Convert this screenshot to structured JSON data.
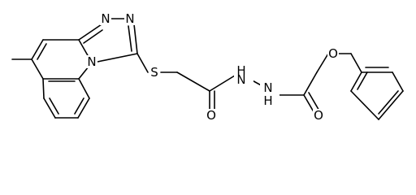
{
  "molecule": {
    "atoms": {
      "n_tri_1": "N",
      "n_tri_2": "N",
      "n_ring": "N",
      "s": "S",
      "nh_1": "N",
      "h_1": "H",
      "nh_2": "N",
      "h_2": "H",
      "o_1": "O",
      "o_2": "O",
      "o_3": "O"
    }
  }
}
